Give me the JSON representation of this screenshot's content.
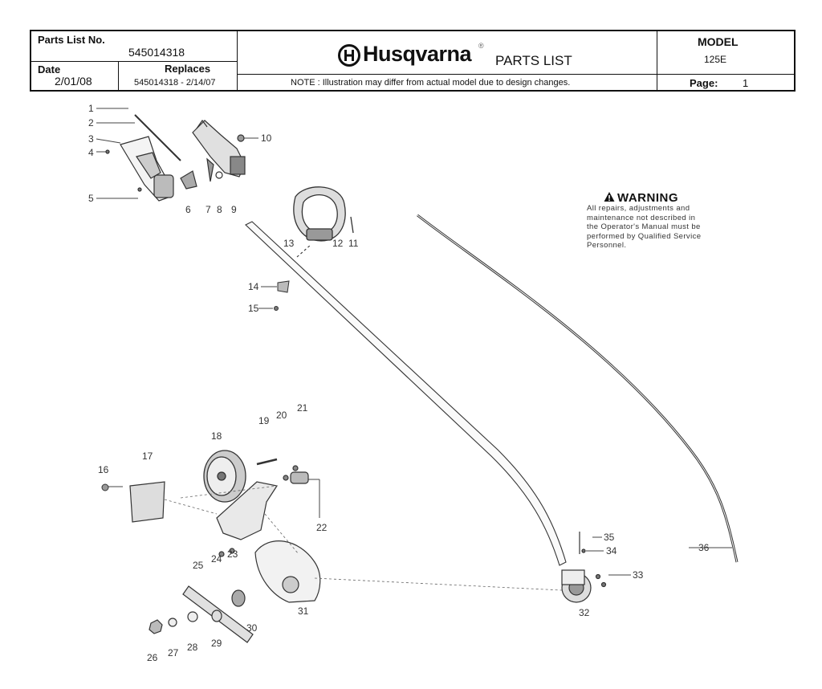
{
  "header": {
    "parts_list_label": "Parts List No.",
    "parts_list_no": "545014318",
    "date_label": "Date",
    "date_value": "2/01/08",
    "replaces_label": "Replaces",
    "replaces_value": "545014318 - 2/14/07",
    "brand": "Husqvarna",
    "doc_title": "PARTS LIST",
    "note": "NOTE : Illustration may differ from actual model due to design changes.",
    "model_label": "MODEL",
    "model_value": "125E",
    "page_label": "Page:",
    "page_value": "1"
  },
  "warning": {
    "title": "WARNING",
    "lines": [
      "All repairs, adjustments and",
      "maintenance not described in",
      "the Operator's Manual must be",
      "performed by Qualified Service",
      "Personnel."
    ]
  },
  "callouts": [
    "1",
    "2",
    "3",
    "4",
    "5",
    "6",
    "7",
    "8",
    "9",
    "10",
    "11",
    "12",
    "13",
    "14",
    "15",
    "16",
    "17",
    "18",
    "19",
    "20",
    "21",
    "22",
    "23",
    "24",
    "25",
    "26",
    "27",
    "28",
    "29",
    "30",
    "31",
    "32",
    "33",
    "34",
    "35",
    "36"
  ]
}
